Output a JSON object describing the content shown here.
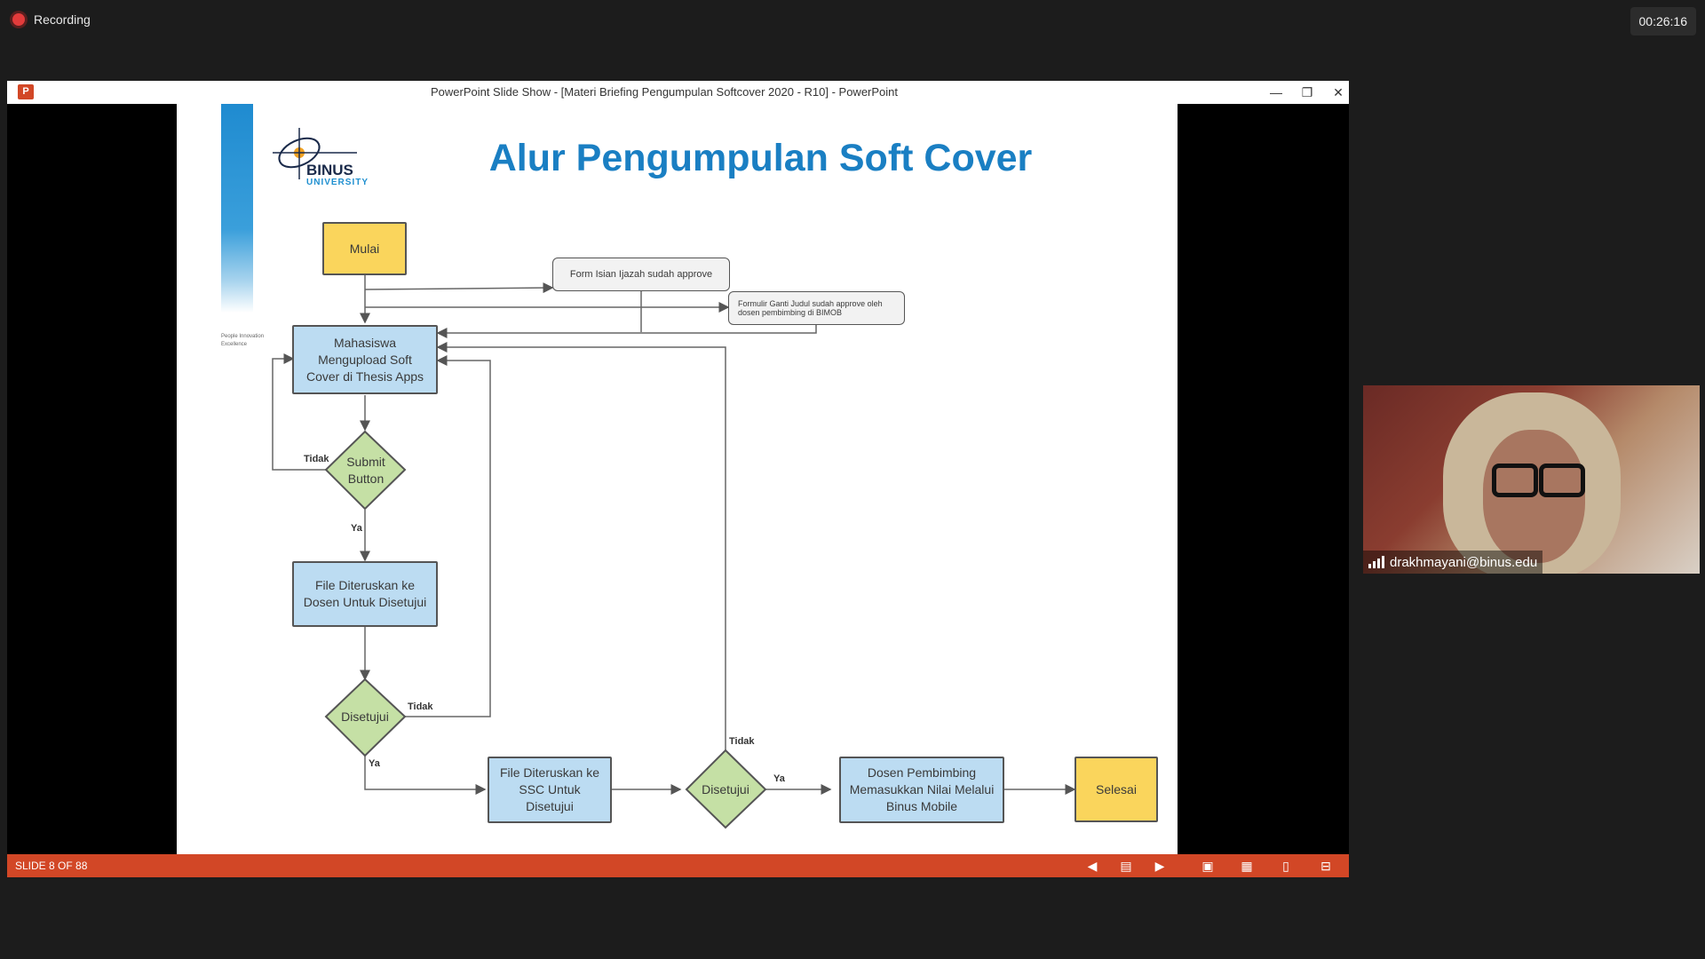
{
  "meeting": {
    "recording_label": "Recording",
    "timer": "00:26:16"
  },
  "window": {
    "title": "PowerPoint Slide Show - [Materi Briefing Pengumpulan Softcover 2020 - R10] - PowerPoint",
    "app_icon_letter": "P",
    "minimize_glyph": "—",
    "restore_glyph": "❐",
    "close_glyph": "✕"
  },
  "slide": {
    "title": "Alur Pengumpulan Soft Cover",
    "logo": {
      "name": "BINUS",
      "sub": "UNIVERSITY"
    },
    "tagline": "People Innovation Excellence",
    "flowchart": {
      "start": "Mulai",
      "note_form": "Form Isian Ijazah sudah approve",
      "note_formulir": "Formulir Ganti Judul sudah approve oleh dosen pembimbing di BIMOB",
      "upload": "Mahasiswa Mengupload Soft Cover di Thesis Apps",
      "submit": "Submit Button",
      "to_lecturer": "File Diteruskan ke Dosen Untuk Disetujui",
      "approved_1": "Disetujui",
      "to_ssc": "File Diteruskan ke SSC Untuk Disetujui",
      "approved_2": "Disetujui",
      "grade": "Dosen Pembimbing Memasukkan Nilai Melalui Binus Mobile",
      "end": "Selesai",
      "label_no_1": "Tidak",
      "label_yes_1": "Ya",
      "label_no_2": "Tidak",
      "label_yes_2": "Ya",
      "label_no_3": "Tidak",
      "label_yes_3": "Ya"
    }
  },
  "status": {
    "slide_counter": "SLIDE 8 OF 88"
  },
  "participant": {
    "name": "drakhmayani@binus.edu"
  },
  "colors": {
    "status_bar": "#d24726",
    "title_blue": "#1a7fc3",
    "node_yellow": "#fad55c",
    "node_blue": "#bcdcf2",
    "node_green": "#c5e0a5"
  }
}
